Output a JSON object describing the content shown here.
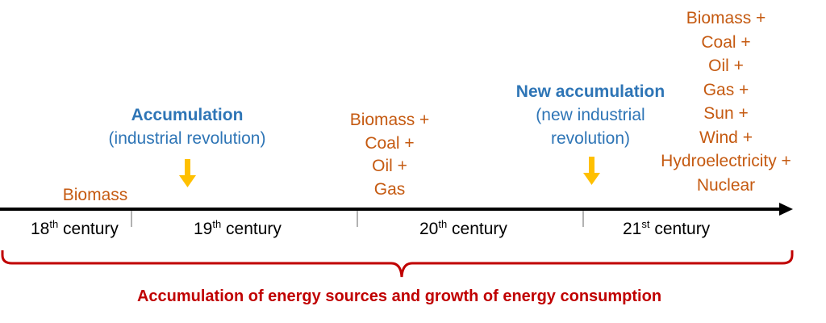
{
  "colors": {
    "energy_sources": "#C55A11",
    "accumulation": "#2E75B6",
    "arrow": "#FFC000",
    "brace_caption": "#C00000",
    "axis": "#000000"
  },
  "eras": [
    {
      "label_num": "18",
      "label_sup": "th",
      "label_rest": " century",
      "sources": [
        "Biomass"
      ]
    },
    {
      "label_num": "19",
      "label_sup": "th",
      "label_rest": " century"
    },
    {
      "label_num": "20",
      "label_sup": "th",
      "label_rest": " century",
      "sources": [
        "Biomass +",
        "Coal +",
        "Oil +",
        "Gas"
      ]
    },
    {
      "label_num": "21",
      "label_sup": "st",
      "label_rest": " century",
      "sources": [
        "Biomass +",
        "Coal +",
        "Oil +",
        "Gas +",
        "Sun +",
        "Wind +",
        "Hydroelectricity +",
        "Nuclear"
      ]
    }
  ],
  "events": [
    {
      "title": "Accumulation",
      "subtitle_lines": [
        "(industrial revolution)"
      ],
      "arrow_icon": "down-arrow"
    },
    {
      "title": "New accumulation",
      "subtitle_lines": [
        "(new industrial",
        "revolution)"
      ],
      "arrow_icon": "down-arrow"
    }
  ],
  "caption": "Accumulation of energy sources and growth of energy consumption"
}
